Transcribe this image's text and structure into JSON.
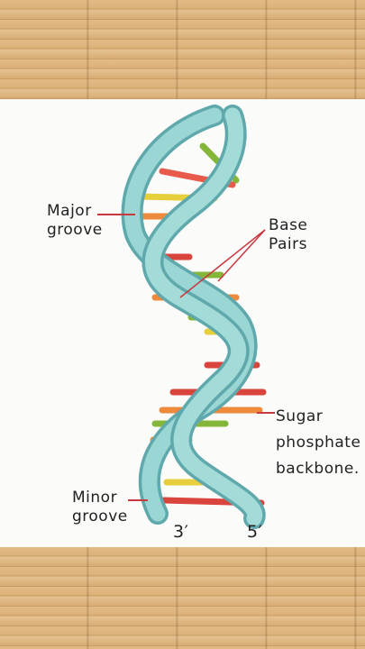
{
  "labels": {
    "major_groove": [
      "Major",
      "groove"
    ],
    "base_pairs": [
      "Base",
      "Pairs"
    ],
    "sugar_phosphate_backbone": [
      "Sugar",
      "phosphate",
      "backbone."
    ],
    "minor_groove": [
      "Minor",
      "groove"
    ],
    "end_3": "3′",
    "end_5": "5′"
  },
  "colors": {
    "backbone": "#8ccfcf",
    "backbone_shadow": "#5fa8ac",
    "base_red": "#d9443c",
    "base_orange": "#ee8a3c",
    "base_yellow": "#e7cf3c",
    "base_green": "#84b63a",
    "pointer_line": "#c8383f"
  }
}
